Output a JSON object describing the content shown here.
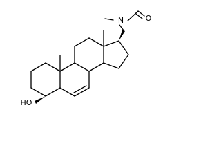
{
  "molecule": {
    "atom_labels": {
      "hydroxyl": "HO",
      "nitrogen": "N",
      "oxygen": "O"
    }
  },
  "colors": {
    "bond": "#000000",
    "background": "#ffffff"
  }
}
